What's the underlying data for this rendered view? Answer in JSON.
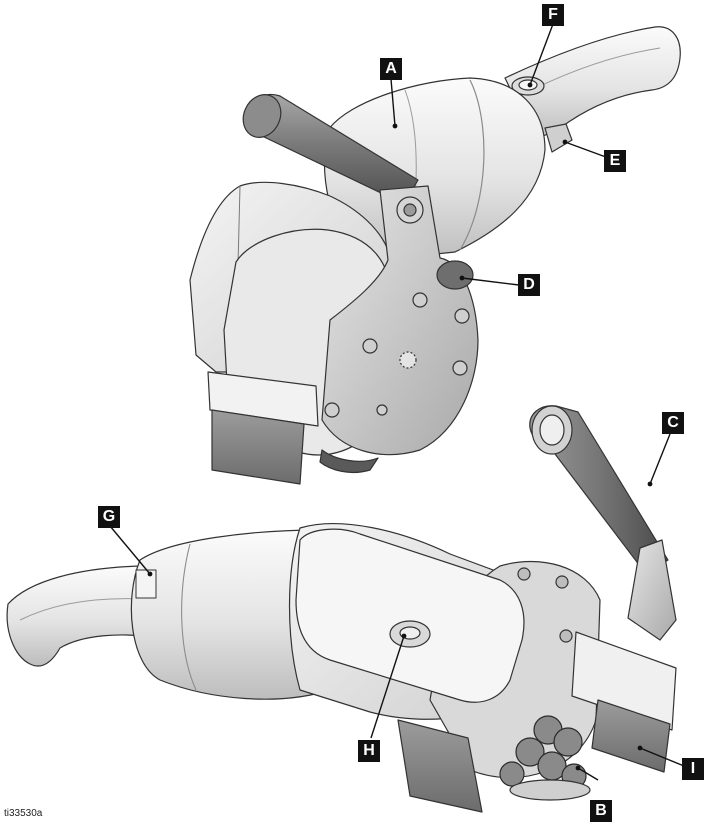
{
  "figure_id": "ti33530a",
  "callouts": [
    {
      "key": "A",
      "label": "A"
    },
    {
      "key": "B",
      "label": "B"
    },
    {
      "key": "C",
      "label": "C"
    },
    {
      "key": "D",
      "label": "D"
    },
    {
      "key": "E",
      "label": "E"
    },
    {
      "key": "F",
      "label": "F"
    },
    {
      "key": "G",
      "label": "G"
    },
    {
      "key": "H",
      "label": "H"
    },
    {
      "key": "I",
      "label": "I"
    }
  ]
}
